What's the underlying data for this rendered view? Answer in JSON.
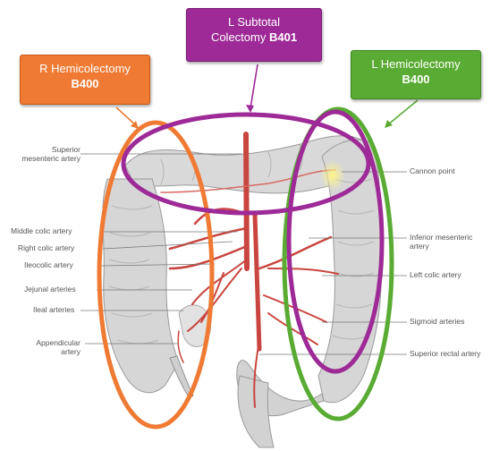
{
  "callouts": {
    "right_hemicolectomy": {
      "line1": "R Hemicolectomy",
      "code": "B400",
      "color": "#ef7a33"
    },
    "left_subtotal": {
      "line1": "L Subtotal",
      "line2": "Colectomy",
      "code": "B401",
      "color": "#9e2a97"
    },
    "left_hemicolectomy": {
      "line1": "L Hemicolectomy",
      "code": "B400",
      "color": "#5aab33"
    }
  },
  "labels_left": {
    "superior_mesenteric_artery_1": "Superior",
    "superior_mesenteric_artery_2": "mesenteric artery",
    "middle_colic_artery": "Middle colic artery",
    "right_colic_artery": "Right colic artery",
    "ileocolic_artery": "Ileocolic artery",
    "jejunal_arteries": "Jejunal arteries",
    "ileal_arteries": "Ileal arteries",
    "appendicular_artery_1": "Appendicular",
    "appendicular_artery_2": "artery"
  },
  "labels_right": {
    "cannon_point": "Cannon point",
    "inferior_mesenteric_artery_1": "Inferior mesenteric",
    "inferior_mesenteric_artery_2": "artery",
    "left_colic_artery": "Left colic artery",
    "sigmoid_arteries": "Sigmoid arteries",
    "superior_rectal_artery": "Superior rectal artery"
  },
  "colors": {
    "right_outline": "#ef7a33",
    "subtotal_outline": "#9e2a97",
    "left_outline": "#5aab33",
    "colon": "#d6d6d6",
    "artery": "#c9453f"
  }
}
